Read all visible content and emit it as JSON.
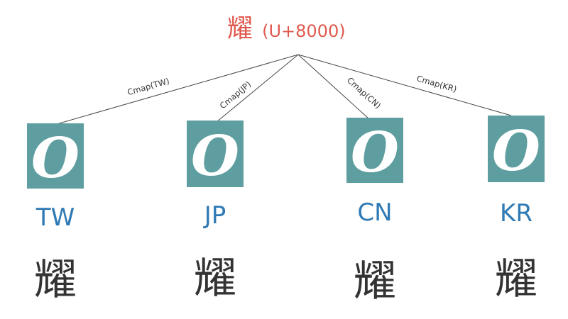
{
  "root": {
    "char": "耀",
    "code": "(U+8000)"
  },
  "edges": [
    {
      "label": "Cmap(TW)"
    },
    {
      "label": "Cmap(JP)"
    },
    {
      "label": "Cmap(CN)"
    },
    {
      "label": "Cmap(KR)"
    }
  ],
  "variants": [
    {
      "glyph": "O",
      "region": "TW",
      "char": "耀"
    },
    {
      "glyph": "O",
      "region": "JP",
      "char": "耀"
    },
    {
      "glyph": "O",
      "region": "CN",
      "char": "耀"
    },
    {
      "glyph": "O",
      "region": "KR",
      "char": "耀"
    }
  ],
  "colors": {
    "root": "#e05a4f",
    "box": "#5f9ea0",
    "region": "#2f7ab5",
    "char": "#333333"
  }
}
